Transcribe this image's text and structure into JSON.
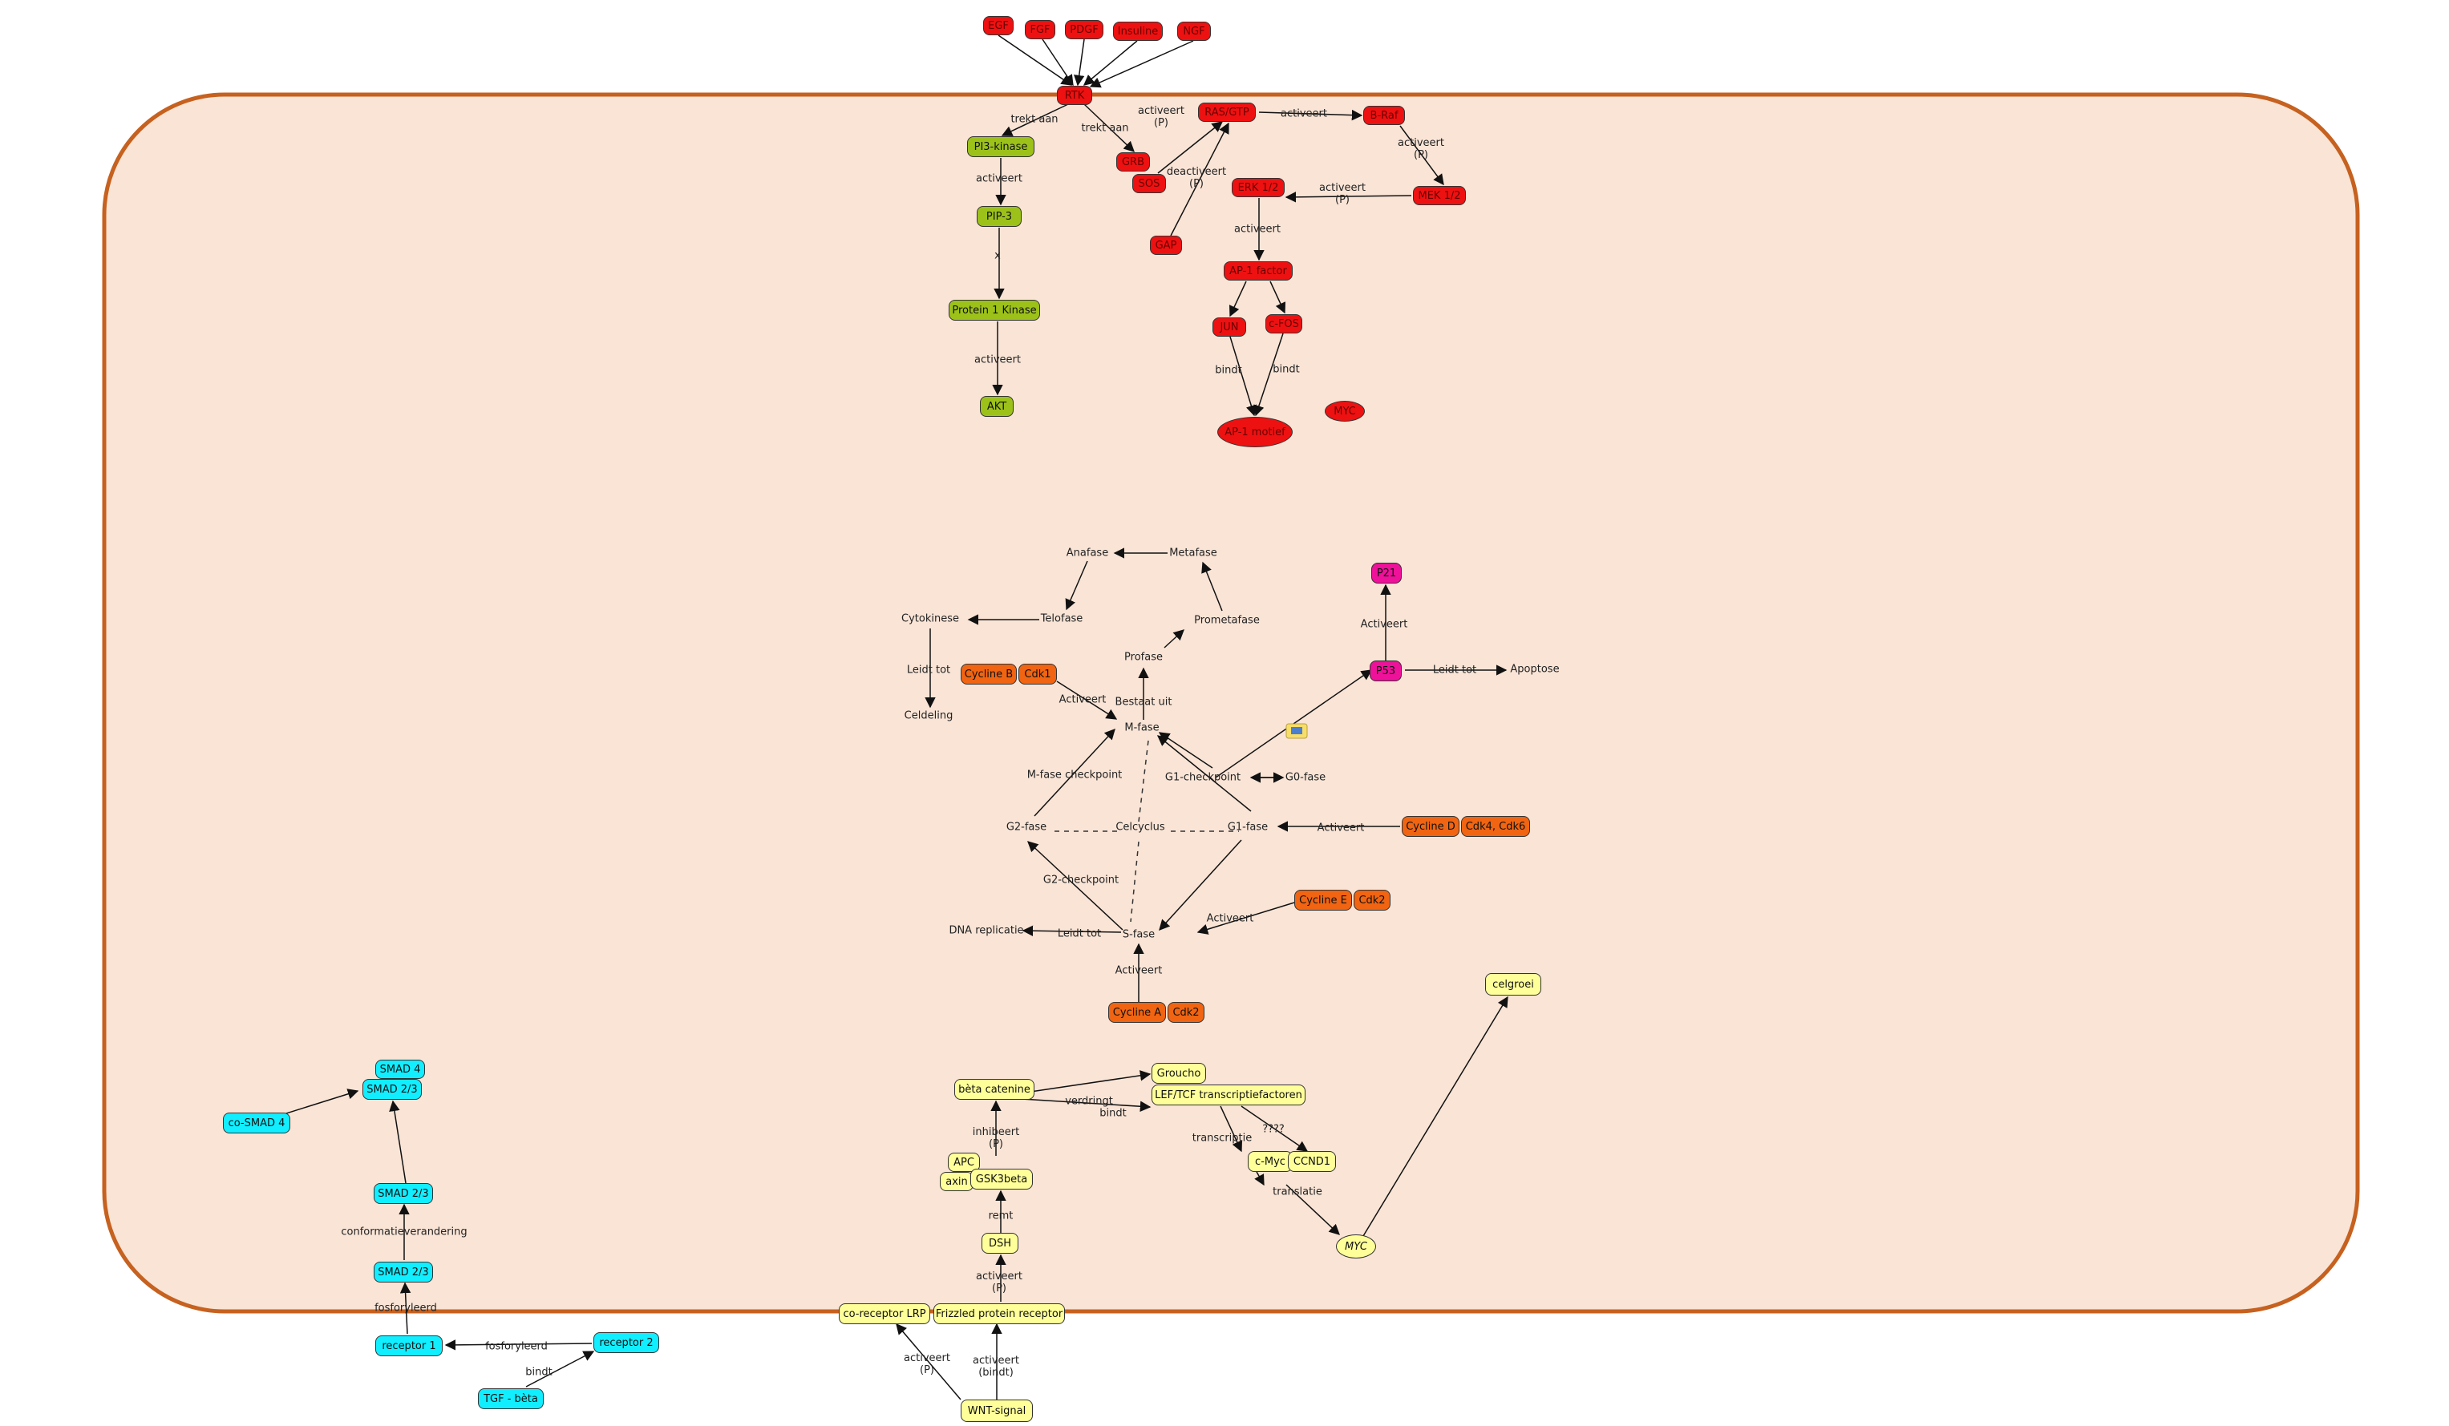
{
  "colors": {
    "cell_fill": "#f9e4d6",
    "cell_stroke": "#c6611f",
    "red": "#ee1111",
    "green": "#9cc21a",
    "orange": "#f06412",
    "yellow": "#ffff99",
    "cyan": "#11eeff",
    "pink": "#ee1199"
  },
  "growth_factors": {
    "egf": "EGF",
    "fgf": "FGF",
    "pdgf": "PDGF",
    "insuline": "Insuline",
    "ngf": "NGF"
  },
  "ras_pathway": {
    "rtk": "RTK",
    "grb": "GRB",
    "sos": "SOS",
    "gap": "GAP",
    "ras_gtp": "RAS/GTP",
    "b_raf": "B-Raf",
    "mek": "MEK 1/2",
    "erk": "ERK 1/2",
    "ap1_factor": "AP-1 factor",
    "jun": "JUN",
    "fos": "c-FOS",
    "ap1_motief": "AP-1 motief",
    "myc": "MYC"
  },
  "pi3_pathway": {
    "pi3": "PI3-kinase",
    "pip3": "PIP-3",
    "pk1": "Protein 1 Kinase",
    "akt": "AKT"
  },
  "cell_cycle": {
    "anafase": "Anafase",
    "metafase": "Metafase",
    "telofase": "Telofase",
    "cytokinese": "Cytokinese",
    "prometafase": "Prometafase",
    "profase": "Profase",
    "celdeling": "Celdeling",
    "mfase": "M-fase",
    "g1checkpoint": "G1-checkpoint",
    "g0fase": "G0-fase",
    "mfase_checkpoint": "M-fase checkpoint",
    "g2fase": "G2-fase",
    "celcyclus": "Celcyclus",
    "g1fase": "G1-fase",
    "g2checkpoint": "G2-checkpoint",
    "sfase": "S-fase",
    "dna": "DNA replicatie",
    "apoptose": "Apoptose",
    "p21": "P21",
    "p53": "P53",
    "cycline_b": "Cycline B",
    "cdk1": "Cdk1",
    "cycline_d": "Cycline D",
    "cdk46": "Cdk4, Cdk6",
    "cycline_e": "Cycline E",
    "cdk2_e": "Cdk2",
    "cycline_a": "Cycline A",
    "cdk2_a": "Cdk2"
  },
  "wnt_pathway": {
    "beta_catenine": "bèta catenine",
    "groucho": "Groucho",
    "lef_tcf": "LEF/TCF transcriptiefactoren",
    "apc": "APC",
    "axin": "axin",
    "gsk3": "GSK3beta",
    "cmyc": "c-Myc",
    "ccnd1": "CCND1",
    "dsh": "DSH",
    "myc": "MYC",
    "celgroei": "celgroei",
    "lrp": "co-receptor LRP",
    "frizzled": "Frizzled protein receptor",
    "wnt": "WNT-signal"
  },
  "tgf_pathway": {
    "smad4": "SMAD 4",
    "smad23_top": "SMAD 2/3",
    "cosmad4": "co-SMAD 4",
    "smad23_mid": "SMAD 2/3",
    "smad23_low": "SMAD 2/3",
    "receptor1": "receptor 1",
    "receptor2": "receptor 2",
    "tgf_beta": "TGF - bèta"
  },
  "edge_labels": {
    "trekt_aan_1": "trekt aan",
    "trekt_aan_2": "trekt aan",
    "activeert_p_ras": [
      "activeert",
      "(P)"
    ],
    "activeert_braf": "activeert",
    "activeert_p_mek": [
      "activeert",
      "(P)"
    ],
    "deactiveert": [
      "deactiveert",
      "(P)"
    ],
    "activeert_p_erk": [
      "activeert",
      "(P)"
    ],
    "activeert_ap1": "activeert",
    "bindt_jun": "bindt",
    "bindt_fos": "bindt",
    "activeert_pi3": "activeert",
    "x": "x",
    "activeert_pk1": "activeert",
    "leidt_tot_cyto": "Leidt tot",
    "activeert_b": "Activeert",
    "bestaat_uit": "Bestaat uit",
    "activeert_p53": "Activeert",
    "leidt_tot_apop": "Leidt tot",
    "activeert_d": "Activeert",
    "activeert_e": "Activeert",
    "activeert_a": "Activeert",
    "leidt_tot_dna": "Leidt tot",
    "verdringt": "verdringt",
    "bindt_lef": "bindt",
    "inhibeert": [
      "inhibeert",
      "(P)"
    ],
    "transcriptie": "transcriptie",
    "qqqq": "????",
    "remt": "remt",
    "translatie": "translatie",
    "activeert_dsh": [
      "activeert",
      "(P)"
    ],
    "activeert_lrp": [
      "activeert",
      "(P)"
    ],
    "activeert_bindt": [
      "activeert",
      "(bindt)"
    ],
    "conformatie": "conformatieverandering",
    "fosforyleerd_1": "fosforyleerd",
    "fosforyleerd_2": "fosforyleerd",
    "bindt_tgf": "bindt"
  }
}
